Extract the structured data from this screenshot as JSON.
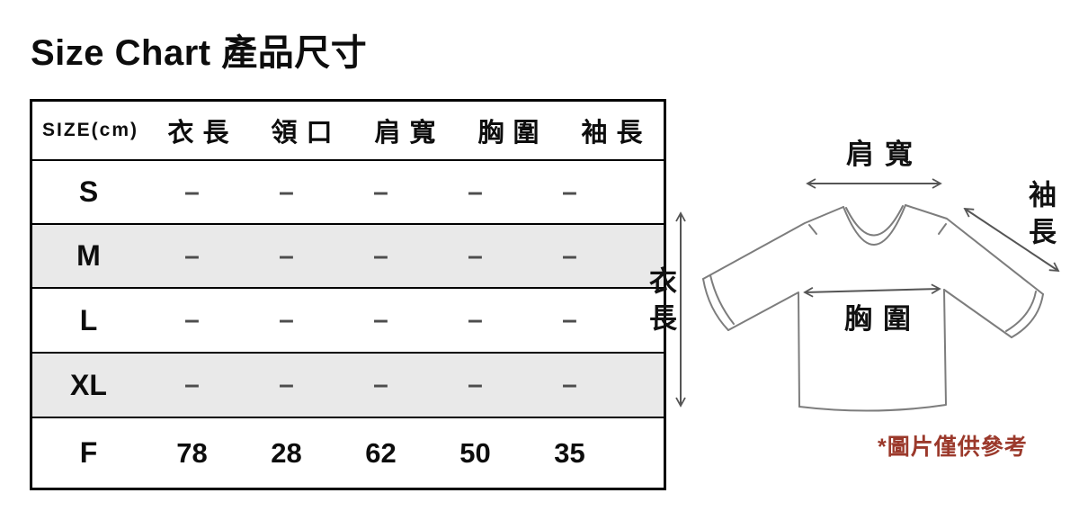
{
  "page": {
    "title": "Size Chart 產品尺寸"
  },
  "table": {
    "size_header": "SIZE(cm)",
    "columns": [
      "衣長",
      "領口",
      "肩寬",
      "胸圍",
      "袖長"
    ],
    "rows": [
      {
        "size": "S",
        "values": [
          "–",
          "–",
          "–",
          "–",
          "–"
        ]
      },
      {
        "size": "M",
        "values": [
          "–",
          "–",
          "–",
          "–",
          "–"
        ]
      },
      {
        "size": "L",
        "values": [
          "–",
          "–",
          "–",
          "–",
          "–"
        ]
      },
      {
        "size": "XL",
        "values": [
          "–",
          "–",
          "–",
          "–",
          "–"
        ]
      },
      {
        "size": "F",
        "values": [
          "78",
          "28",
          "62",
          "50",
          "35"
        ]
      }
    ]
  },
  "diagram": {
    "shoulder_label": "肩寬",
    "sleeve_label": "袖長",
    "length_label": "衣長",
    "chest_label": "胸圍",
    "note": "*圖片僅供參考"
  },
  "colors": {
    "note": "#9b392b",
    "row_shade": "#e9e9e9",
    "dash": "#4d4d4d",
    "shirt_outline": "#7d7d7d",
    "arrow": "#555555",
    "table_border": "#000000"
  },
  "chart_data": {
    "type": "table",
    "title": "Size Chart 產品尺寸",
    "unit": "cm",
    "columns": [
      "SIZE(cm)",
      "衣長",
      "領口",
      "肩寬",
      "胸圍",
      "袖長"
    ],
    "rows": [
      [
        "S",
        "–",
        "–",
        "–",
        "–",
        "–"
      ],
      [
        "M",
        "–",
        "–",
        "–",
        "–",
        "–"
      ],
      [
        "L",
        "–",
        "–",
        "–",
        "–",
        "–"
      ],
      [
        "XL",
        "–",
        "–",
        "–",
        "–",
        "–"
      ],
      [
        "F",
        "78",
        "28",
        "62",
        "50",
        "35"
      ]
    ],
    "notes": "Only size F has measurements; S/M/L/XL cells contain dashes. Rows M and XL are shaded gray."
  }
}
